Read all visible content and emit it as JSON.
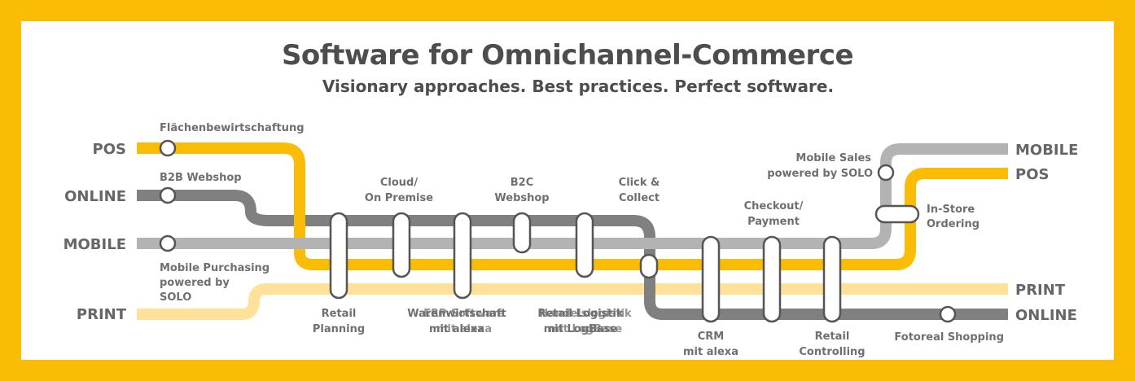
{
  "title": "Software for Omnichannel-Commerce",
  "subtitle": "Visionary approaches. Best practices. Perfect software.",
  "colors": {
    "frame": "#fbbc05",
    "pos_line": "#fbbc05",
    "online_line": "#808080",
    "mobile_line": "#b3b3b3",
    "print_line": "#ffe19a"
  },
  "channels_left": {
    "pos": "POS",
    "online": "ONLINE",
    "mobile": "MOBILE",
    "print": "PRINT"
  },
  "channels_right": {
    "mobile": "MOBILE",
    "pos": "POS",
    "print": "PRINT",
    "online": "ONLINE"
  },
  "stations": {
    "flaechen": "Flächenbewirtschaftung",
    "b2b": "B2B Webshop",
    "mobile_purchasing": [
      "Mobile Purchasing",
      "powered by",
      "SOLO"
    ],
    "retail_planning": [
      "Retail",
      "Planning"
    ],
    "cloud": [
      "Cloud/",
      "On Premise"
    ],
    "warenwirtschaft": [
      "Warenwirtschaft",
      "mit alexa"
    ],
    "erp": [
      "ERP-Software",
      "mit alexa"
    ],
    "b2c": [
      "B2C",
      "Webshop"
    ],
    "retail_logistik": [
      "Retail Logistik",
      "mit LogBase"
    ],
    "handels_logistik": [
      "Handelslogistik",
      "mit LogBase"
    ],
    "click_collect": [
      "Click &",
      "Collect"
    ],
    "crm": [
      "CRM",
      "mit alexa"
    ],
    "checkout": [
      "Checkout/",
      "Payment"
    ],
    "retail_controlling": [
      "Retail",
      "Controlling"
    ],
    "mobile_sales": [
      "Mobile Sales",
      "powered by SOLO"
    ],
    "instore": [
      "In-Store",
      "Ordering"
    ],
    "fotoreal": "Fotoreal Shopping"
  }
}
